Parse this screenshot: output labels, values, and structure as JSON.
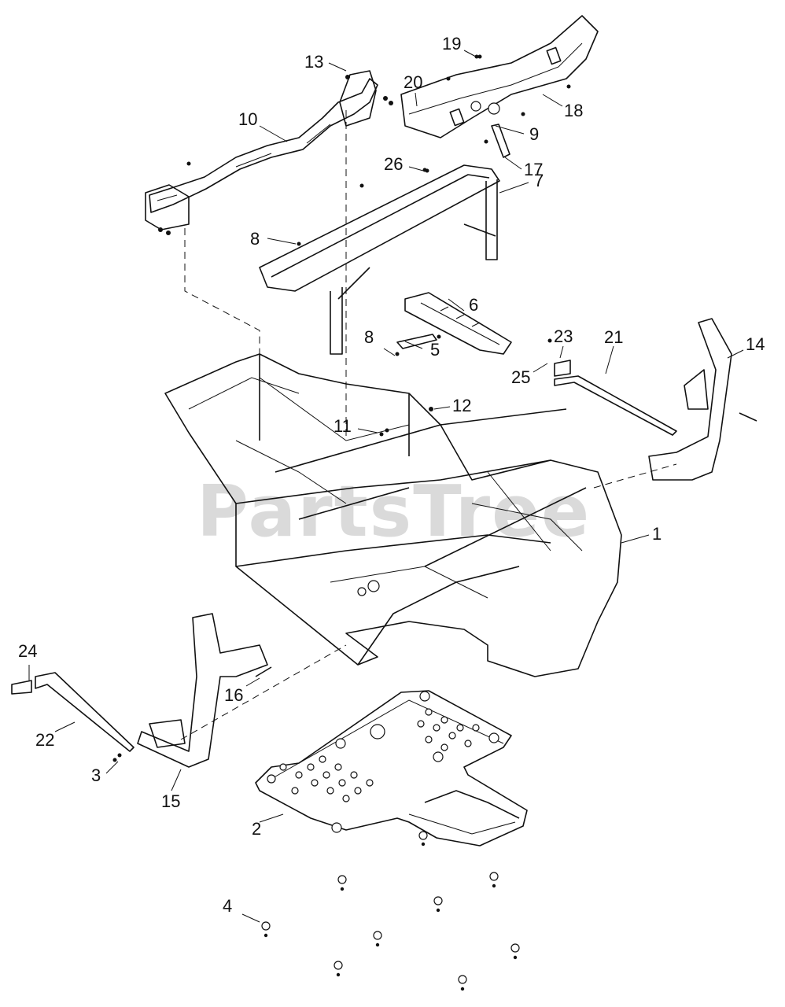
{
  "watermark": "PartsTree",
  "callouts": {
    "c1": "1",
    "c2": "2",
    "c3": "3",
    "c4": "4",
    "c5": "5",
    "c6": "6",
    "c7": "7",
    "c8a": "8",
    "c8b": "8",
    "c9": "9",
    "c10": "10",
    "c11": "11",
    "c12": "12",
    "c13": "13",
    "c14": "14",
    "c15": "15",
    "c16": "16",
    "c17": "17",
    "c18": "18",
    "c19": "19",
    "c20": "20",
    "c21": "21",
    "c22": "22",
    "c23": "23",
    "c24": "24",
    "c25": "25",
    "c26": "26"
  }
}
